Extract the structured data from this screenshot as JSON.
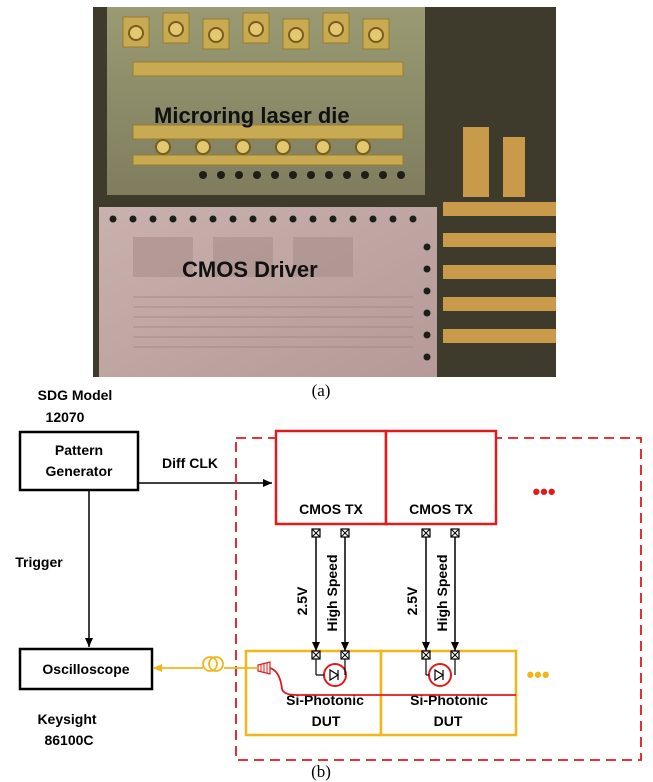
{
  "photo": {
    "laser_label": "Microring laser die",
    "driver_label": "CMOS Driver",
    "caption": "(a)"
  },
  "diagram": {
    "caption": "(b)",
    "pattern_generator": {
      "model_line1": "SDG Model",
      "model_line2": "12070",
      "box_line1": "Pattern",
      "box_line2": "Generator"
    },
    "oscilloscope": {
      "box_label": "Oscilloscope",
      "model_line1": "Keysight",
      "model_line2": "86100C"
    },
    "signals": {
      "clock": "Diff CLK",
      "trigger": "Trigger",
      "supply": "2.5V",
      "data": "High Speed"
    },
    "tx_blocks": [
      "CMOS TX",
      "CMOS TX"
    ],
    "dut_blocks": [
      {
        "line1": "Si-Photonic",
        "line2": "DUT"
      },
      {
        "line1": "Si-Photonic",
        "line2": "DUT"
      }
    ],
    "continuation": "•••",
    "colors": {
      "tx": "#e11a1a",
      "dut": "#f2b61a",
      "boundary": "#e11a1a",
      "fiber": "#f2b61a",
      "wire": "#000000"
    }
  }
}
